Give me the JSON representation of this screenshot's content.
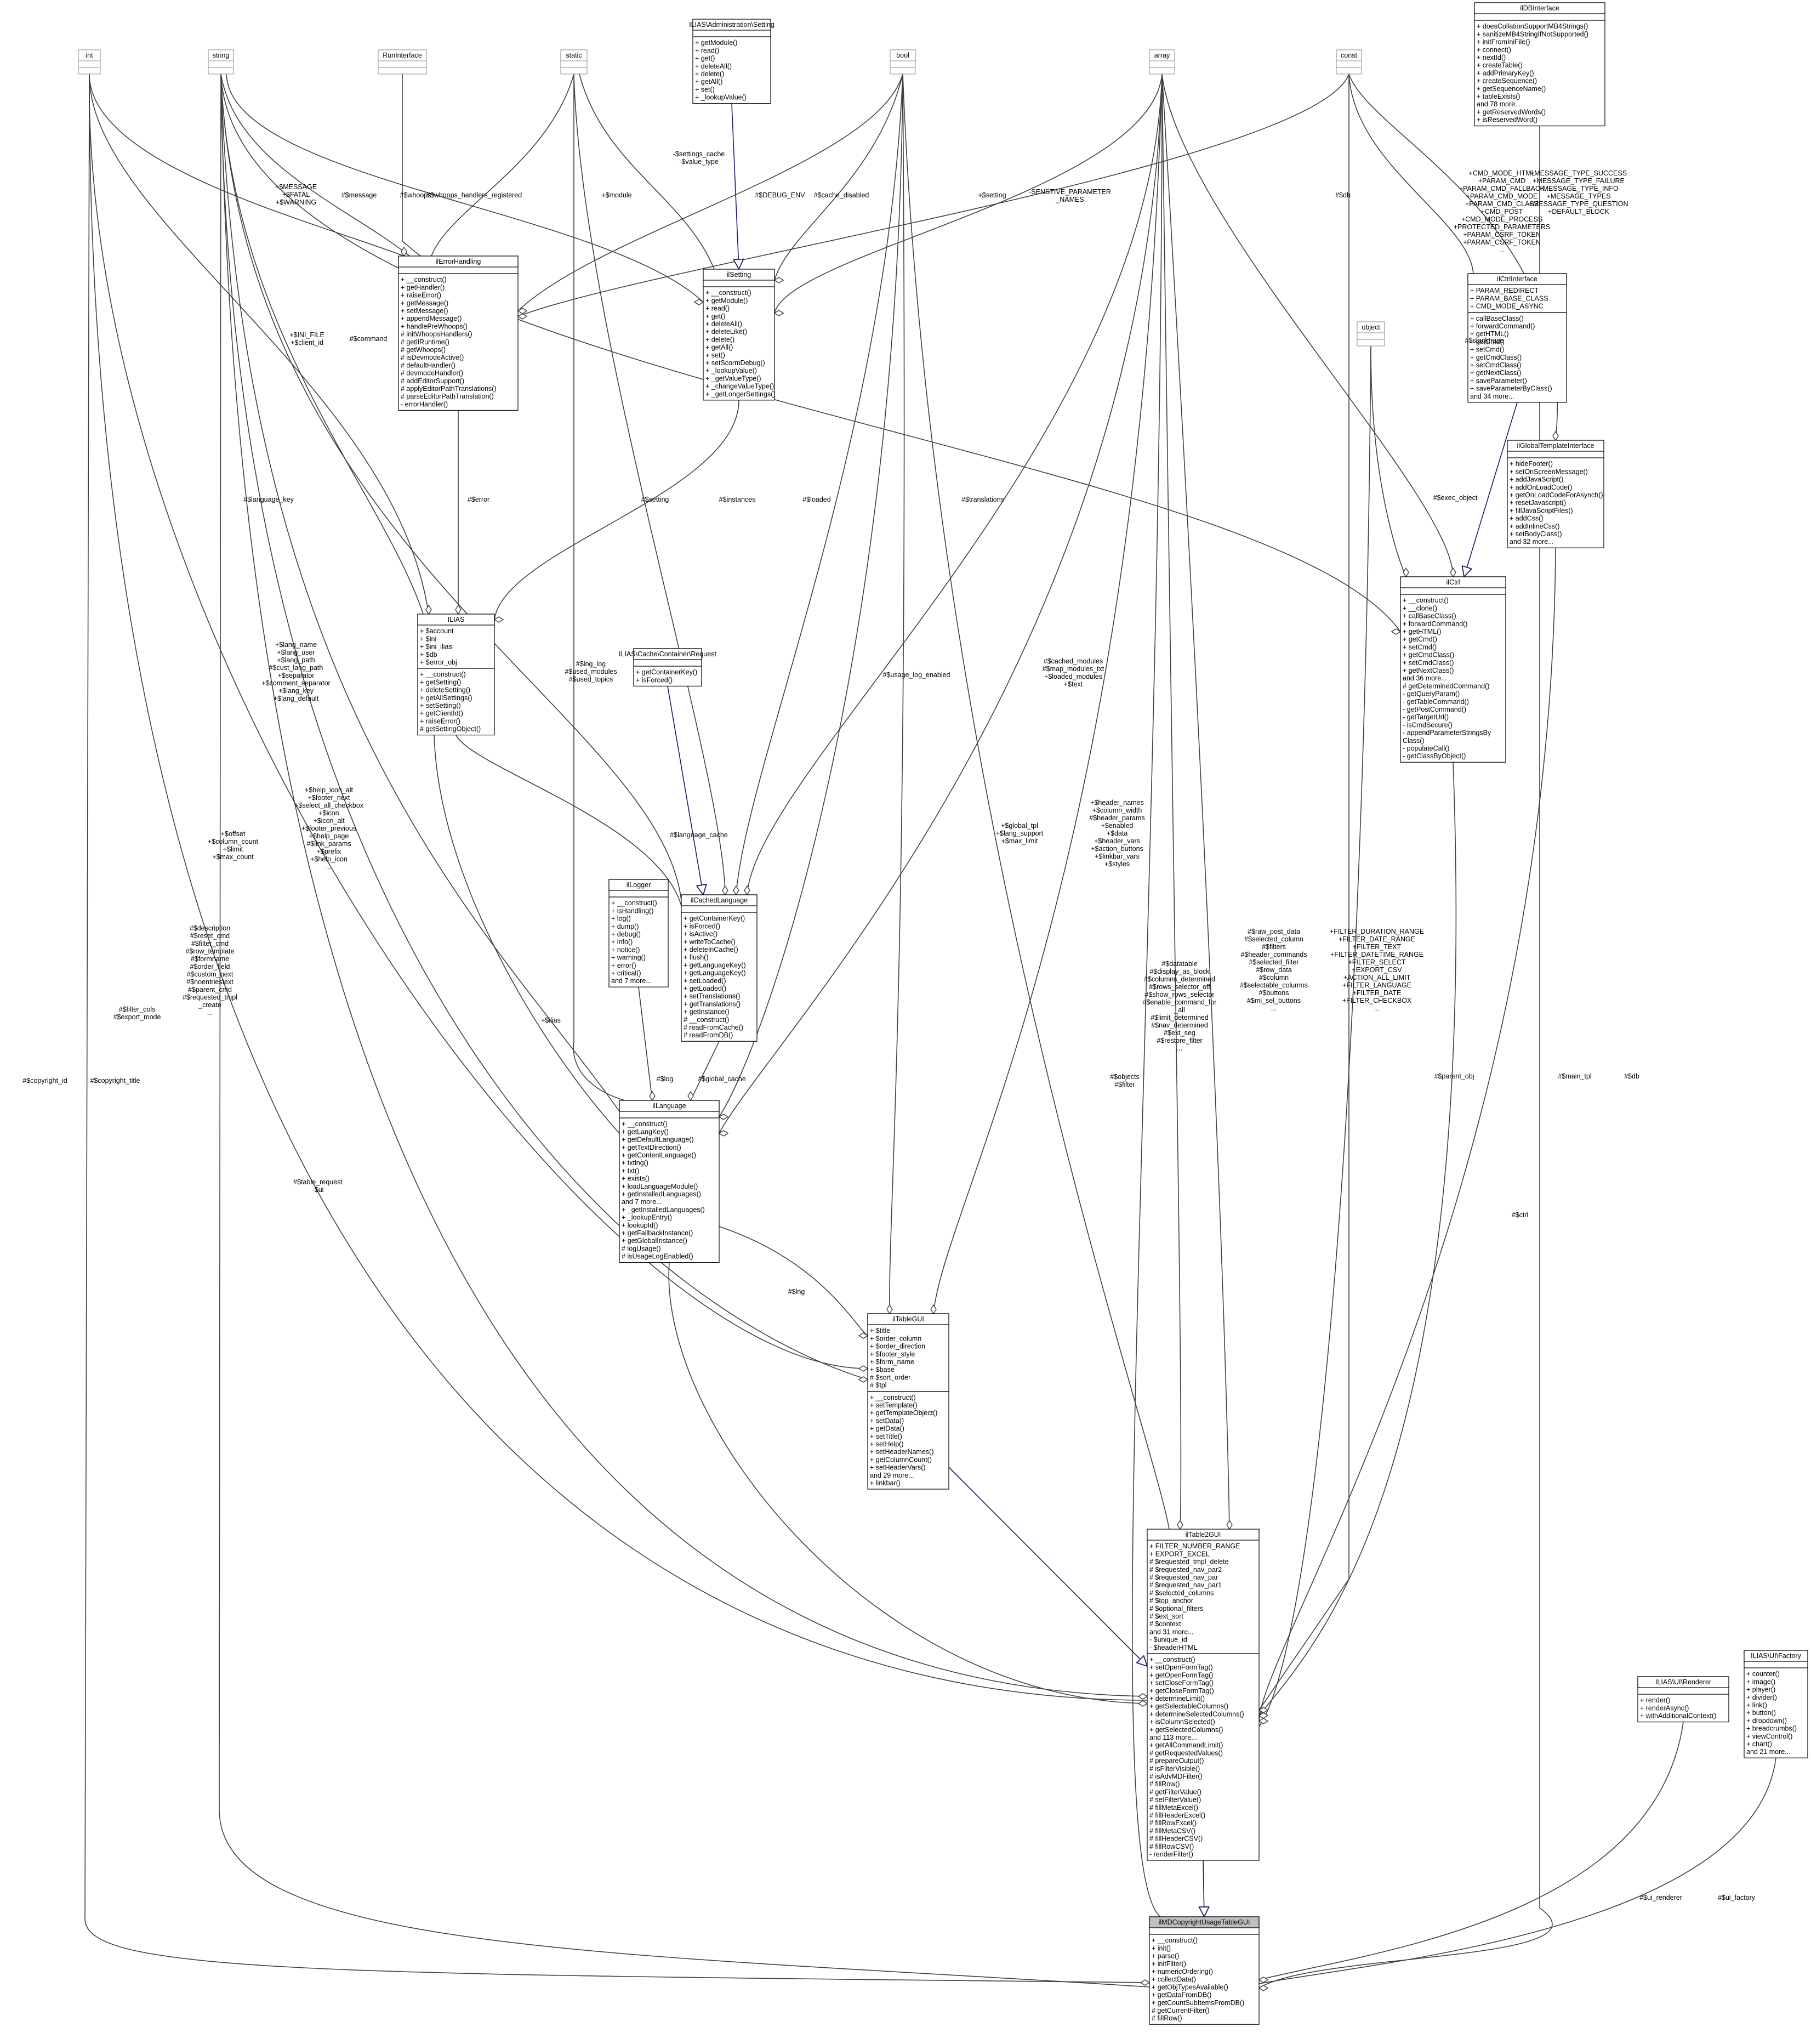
{
  "diagram": {
    "nodes": [
      {
        "id": "int",
        "title": "int",
        "sections": [],
        "style": "gray"
      },
      {
        "id": "string",
        "title": "string",
        "sections": [],
        "style": "gray"
      },
      {
        "id": "RunInterface",
        "title": "RunInterface",
        "sections": [],
        "style": "gray"
      },
      {
        "id": "static",
        "title": "static",
        "sections": [],
        "style": "gray"
      },
      {
        "id": "AdminSetting",
        "title": "ILIAS\\Administration\\Setting",
        "sections": [
          [],
          [
            "+ getModule()",
            "+ read()",
            "+ get()",
            "+ deleteAll()",
            "+ delete()",
            "+ getAll()",
            "+ set()",
            "+ _lookupValue()"
          ]
        ]
      },
      {
        "id": "bool",
        "title": "bool",
        "sections": [],
        "style": "gray"
      },
      {
        "id": "array",
        "title": "array",
        "sections": [],
        "style": "gray"
      },
      {
        "id": "const",
        "title": "const",
        "sections": [],
        "style": "gray"
      },
      {
        "id": "ilDBInterface",
        "title": "ilDBInterface",
        "sections": [
          [],
          [
            "+ doesCollationSupportMB4Strings()",
            "+ sanitizeMB4StringIfNotSupported()",
            "+ initFromIniFile()",
            "+ connect()",
            "+ nextId()",
            "+ createTable()",
            "+ addPrimaryKey()",
            "+ createSequence()",
            "+ getSequenceName()",
            "+ tableExists()",
            "and 78 more...",
            "+ getReservedWords()",
            "+ isReservedWord()"
          ]
        ]
      },
      {
        "id": "ilErrorHandling",
        "title": "ilErrorHandling",
        "sections": [
          [],
          [
            "+ __construct()",
            "+ getHandler()",
            "+ raiseError()",
            "+ getMessage()",
            "+ setMessage()",
            "+ appendMessage()",
            "+ handlePreWhoops()",
            "# initWhoopsHandlers()",
            "# getIlRuntime()",
            "# getWhoops()",
            "# isDevmodeActive()",
            "# defaultHandler()",
            "# devmodeHandler()",
            "# addEditorSupport()",
            "# applyEditorPathTranslations()",
            "# parseEditorPathTranslation()",
            "- errorHandler()"
          ]
        ]
      },
      {
        "id": "ilSetting",
        "title": "ilSetting",
        "sections": [
          [],
          [
            "+ __construct()",
            "+ getModule()",
            "+ read()",
            "+ get()",
            "+ deleteAll()",
            "+ deleteLike()",
            "+ delete()",
            "+ getAll()",
            "+ set()",
            "+ setScormDebug()",
            "+ _lookupValue()",
            "+ _getValueType()",
            "+ _changeValueType()",
            "+ _getLongerSettings()"
          ]
        ]
      },
      {
        "id": "object",
        "title": "object",
        "sections": [],
        "style": "gray"
      },
      {
        "id": "ilCtrlInterface",
        "title": "ilCtrlInterface",
        "sections": [
          [
            "+ PARAM_REDIRECT",
            "+ PARAM_BASE_CLASS",
            "+ CMD_MODE_ASYNC"
          ],
          [
            "+ callBaseClass()",
            "+ forwardCommand()",
            "+ getHTML()",
            "+ getCmd()",
            "+ setCmd()",
            "+ getCmdClass()",
            "+ setCmdClass()",
            "+ getNextClass()",
            "+ saveParameter()",
            "+ saveParameterByClass()",
            "and 34 more..."
          ]
        ]
      },
      {
        "id": "ilGlobalTemplateInterface",
        "title": "ilGlobalTemplateInterface",
        "sections": [
          [],
          [
            "+ hideFooter()",
            "+ setOnScreenMessage()",
            "+ addJavaScript()",
            "+ addOnLoadCode()",
            "+ getOnLoadCodeForAsynch()",
            "+ resetJavascript()",
            "+ fillJavaScriptFiles()",
            "+ addCss()",
            "+ addInlineCss()",
            "+ setBodyClass()",
            "and 32 more..."
          ]
        ]
      },
      {
        "id": "ILIAS",
        "title": "ILIAS",
        "sections": [
          [
            "+ $account",
            "+ $ini",
            "+ $ini_ilias",
            "+ $db",
            "+ $error_obj"
          ],
          [
            "+ __construct()",
            "+ getSetting()",
            "+ deleteSetting()",
            "+ getAllSettings()",
            "+ setSetting()",
            "+ getClientId()",
            "+ raiseError()",
            "# getSettingObject()"
          ]
        ]
      },
      {
        "id": "CacheRequest",
        "title": "ILIAS\\Cache\\Container\\Request",
        "sections": [
          [],
          [
            "+ getContainerKey()",
            "+ isForced()"
          ]
        ]
      },
      {
        "id": "ilCtrl",
        "title": "ilCtrl",
        "sections": [
          [],
          [
            "+ __construct()",
            "+ __clone()",
            "+ callBaseClass()",
            "+ forwardCommand()",
            "+ getHTML()",
            "+ getCmd()",
            "+ setCmd()",
            "+ getCmdClass()",
            "+ setCmdClass()",
            "+ getNextClass()",
            "and 36 more...",
            "# getDeterminedCommand()",
            "- getQueryParam()",
            "- getTableCommand()",
            "- getPostCommand()",
            "- getTargetUrl()",
            "- isCmdSecure()",
            "- appendParameterStringsBy",
            "Class()",
            "- populateCall()",
            "- getClassByObject()"
          ]
        ]
      },
      {
        "id": "ilLogger",
        "title": "ilLogger",
        "sections": [
          [],
          [
            "+ __construct()",
            "+ isHandling()",
            "+ log()",
            "+ dump()",
            "+ debug()",
            "+ info()",
            "+ notice()",
            "+ warning()",
            "+ error()",
            "+ critical()",
            "and 7 more..."
          ]
        ]
      },
      {
        "id": "ilCachedLanguage",
        "title": "ilCachedLanguage",
        "sections": [
          [],
          [
            "+ getContainerKey()",
            "+ isForced()",
            "+ isActive()",
            "+ writeToCache()",
            "+ deleteInCache()",
            "+ flush()",
            "+ getLanguageKey()",
            "+ getLanguageKey()",
            "+ setLoaded()",
            "+ getLoaded()",
            "+ setTranslations()",
            "+ getTranslations()",
            "+ getInstance()",
            "# __construct()",
            "# readFromCache()",
            "# readFromDB()"
          ]
        ]
      },
      {
        "id": "ilLanguage",
        "title": "ilLanguage",
        "sections": [
          [],
          [
            "+ __construct()",
            "+ getLangKey()",
            "+ getDefaultLanguage()",
            "+ getTextDirection()",
            "+ getContentLanguage()",
            "+ txtlng()",
            "+ txt()",
            "+ exists()",
            "+ loadLanguageModule()",
            "+ getInstalledLanguages()",
            "and 7 more...",
            "+ _getInstalledLanguages()",
            "+ _lookupEntry()",
            "+ lookupId()",
            "+ getFallbackInstance()",
            "+ getGlobalInstance()",
            "# logUsage()",
            "# isUsageLogEnabled()"
          ]
        ]
      },
      {
        "id": "ilTableGUI",
        "title": "ilTableGUI",
        "sections": [
          [
            "+ $title",
            "+ $order_column",
            "+ $order_direction",
            "+ $footer_style",
            "+ $form_name",
            "+ $base",
            "# $sort_order",
            "# $tpl"
          ],
          [
            "+ __construct()",
            "+ setTemplate()",
            "+ getTemplateObject()",
            "+ setData()",
            "+ getData()",
            "+ setTitle()",
            "+ setHelp()",
            "+ setHeaderNames()",
            "+ getColumnCount()",
            "+ setHeaderVars()",
            "and 29 more...",
            "+ linkbar()"
          ]
        ]
      },
      {
        "id": "ilTable2GUI",
        "title": "ilTable2GUI",
        "sections": [
          [
            "+ FILTER_NUMBER_RANGE",
            "+ EXPORT_EXCEL",
            "# $requested_tmpl_delete",
            "# $requested_nav_par2",
            "# $requested_nav_par",
            "# $requested_nav_par1",
            "# $selected_columns",
            "# $top_anchor",
            "# $optional_filters",
            "# $ext_sort",
            "# $context",
            "and 31 more...",
            "- $unique_id",
            "- $headerHTML"
          ],
          [
            "+ __construct()",
            "+ setOpenFormTag()",
            "+ getOpenFormTag()",
            "+ setCloseFormTag()",
            "+ getCloseFormTag()",
            "+ determineLimit()",
            "+ getSelectableColumns()",
            "+ determineSelectedColumns()",
            "+ isColumnSelected()",
            "+ getSelectedColumns()",
            "and 113 more...",
            "+ getAllCommandLimit()",
            "# getRequestedValues()",
            "# prepareOutput()",
            "# isFilterVisible()",
            "# isAdvMDFilter()",
            "# fillRow()",
            "# getFilterValue()",
            "# setFilterValue()",
            "# fillMetaExcel()",
            "# fillHeaderExcel()",
            "# fillRowExcel()",
            "# fillMetaCSV()",
            "# fillHeaderCSV()",
            "# fillRowCSV()",
            "- renderFilter()"
          ]
        ]
      },
      {
        "id": "UIRenderer",
        "title": "ILIAS\\UI\\Renderer",
        "sections": [
          [],
          [
            "+ render()",
            "+ renderAsync()",
            "+ withAdditionalContext()"
          ]
        ]
      },
      {
        "id": "UIFactory",
        "title": "ILIAS\\UI\\Factory",
        "sections": [
          [],
          [
            "+ counter()",
            "+ image()",
            "+ player()",
            "+ divider()",
            "+ link()",
            "+ button()",
            "+ dropdown()",
            "+ breadcrumbs()",
            "+ viewControl()",
            "+ chart()",
            "and 21 more..."
          ]
        ]
      },
      {
        "id": "ilMDCopyrightUsageTableGUI",
        "title": "ilMDCopyrightUsageTableGUI",
        "style": "focus",
        "sections": [
          [],
          [
            "+ __construct()",
            "+ init()",
            "+ parse()",
            "+ initFilter()",
            "+ numericOrdering()",
            "+ collectData()",
            "+ getObjTypesAvailable()",
            "+ getDataFromDB()",
            "+ getCountSubItemsFromDB()",
            "# getCurrentFilter()",
            "# fillRow()"
          ]
        ]
      }
    ],
    "edge_labels": [
      {
        "id": "l1",
        "lines": [
          "+$MESSAGE",
          "+$FATAL",
          "+$WARNING"
        ]
      },
      {
        "id": "l2",
        "lines": [
          "#$message"
        ]
      },
      {
        "id": "l3",
        "lines": [
          "#$whoops"
        ]
      },
      {
        "id": "l4",
        "lines": [
          "#$whoops_handlers_registered"
        ]
      },
      {
        "id": "l5",
        "lines": [
          "+$module"
        ]
      },
      {
        "id": "l6",
        "lines": [
          "-$settings_cache",
          "-$value_type"
        ]
      },
      {
        "id": "l7",
        "lines": [
          "#$DEBUG_ENV"
        ]
      },
      {
        "id": "l8",
        "lines": [
          "#$cache_disabled"
        ]
      },
      {
        "id": "l9",
        "lines": [
          "+$setting"
        ]
      },
      {
        "id": "l10",
        "lines": [
          "-SENSTIVE_PARAMETER",
          "_NAMES"
        ]
      },
      {
        "id": "l11",
        "lines": [
          "+$INI_FILE",
          "+$client_id"
        ]
      },
      {
        "id": "l12",
        "lines": [
          "#$command"
        ]
      },
      {
        "id": "l13",
        "lines": [
          "#$language_key"
        ]
      },
      {
        "id": "l14",
        "lines": [
          "#$error"
        ]
      },
      {
        "id": "l15",
        "lines": [
          "#$setting"
        ]
      },
      {
        "id": "l16",
        "lines": [
          "#$instances"
        ]
      },
      {
        "id": "l17",
        "lines": [
          "#$loaded"
        ]
      },
      {
        "id": "l18",
        "lines": [
          "#$translations"
        ]
      },
      {
        "id": "l19",
        "lines": [
          "#$db"
        ]
      },
      {
        "id": "l20",
        "lines": [
          "+CMD_MODE_HTML",
          "+PARAM_CMD",
          "+PARAM_CMD_FALLBACK",
          "+PARAM_CMD_MODE",
          "+PARAM_CMD_CLASS",
          "+CMD_POST",
          "+CMD_MODE_PROCESS",
          "+PROTECTED_PARAMETERS",
          "+PARAM_CSRF_TOKEN",
          "+PARAM_CSRF_TOKEN",
          "..."
        ]
      },
      {
        "id": "l21",
        "lines": [
          "+MESSAGE_TYPE_SUCCESS",
          "+MESSAGE_TYPE_FAILURE",
          "+MESSAGE_TYPE_INFO",
          "+MESSAGE_TYPES",
          "+MESSAGE_TYPE_QUESTION",
          "+DEFAULT_BLOCK"
        ]
      },
      {
        "id": "l22",
        "lines": [
          "#$stacktrace"
        ]
      },
      {
        "id": "l23",
        "lines": [
          "#$exec_object"
        ]
      },
      {
        "id": "l24",
        "lines": [
          "+$lang_name",
          "+$lang_user",
          "+$lang_path",
          "#$cust_lang_path",
          "+$separator",
          "+$comment_separator",
          "+$lang_key",
          "+$lang_default"
        ]
      },
      {
        "id": "l25",
        "lines": [
          "#$lng_log",
          "#$used_modules",
          "#$used_topics"
        ]
      },
      {
        "id": "l26",
        "lines": [
          "#$usage_log_enabled"
        ]
      },
      {
        "id": "l27",
        "lines": [
          "#$cached_modules",
          "#$map_modules_txt",
          "+$loaded_modules",
          "+$text"
        ]
      },
      {
        "id": "l28",
        "lines": [
          "#$language_cache"
        ]
      },
      {
        "id": "l29",
        "lines": [
          "+$offset",
          "+$column_count",
          "+$limit",
          "+$max_count"
        ]
      },
      {
        "id": "l30",
        "lines": [
          "+$help_icon_alt",
          "+$footer_next",
          "+$select_all_checkbox",
          "+$icon",
          "+$icon_alt",
          "+$footer_previous",
          "+$help_page",
          "#$link_params",
          "+$prefix",
          "+$help_icon",
          "..."
        ]
      },
      {
        "id": "l31",
        "lines": [
          "+$global_tpl",
          "+$lang_support",
          "+$max_limit"
        ]
      },
      {
        "id": "l32",
        "lines": [
          "+$header_names",
          "+$column_width",
          "#$header_params",
          "+$enabled",
          "+$data",
          "+$header_vars",
          "+$action_buttons",
          "+$linkbar_vars",
          "+$styles"
        ]
      },
      {
        "id": "l33",
        "lines": [
          "#$description",
          "#$reset_cmd",
          "#$filter_cmd",
          "#$row_template",
          "#$formname",
          "#$order_field",
          "#$custom_next",
          "#$noentriestext",
          "#$parent_cmd",
          "#$requested_tmpl",
          "_create",
          "..."
        ]
      },
      {
        "id": "l34",
        "lines": [
          "#$filter_cols",
          "#$export_mode"
        ]
      },
      {
        "id": "l35",
        "lines": [
          "#$log"
        ]
      },
      {
        "id": "l36",
        "lines": [
          "#$global_cache"
        ]
      },
      {
        "id": "l37",
        "lines": [
          "+$ilias"
        ]
      },
      {
        "id": "l38",
        "lines": [
          "#$datatable",
          "#$display_as_block",
          "#$columns_determined",
          "#$rows_selector_off",
          "#$show_rows_selector",
          "#$enable_command_for",
          "_all",
          "#$limit_determined",
          "#$nav_determined",
          "#$ext_seg",
          "#$restore_filter",
          "..."
        ]
      },
      {
        "id": "l39",
        "lines": [
          "#$raw_post_data",
          "#$selected_column",
          "#$filters",
          "#$header_commands",
          "#$selected_filter",
          "#$row_data",
          "#$column",
          "#$selectable_columns",
          "#$buttons",
          "#$mi_sel_buttons",
          "..."
        ]
      },
      {
        "id": "l40",
        "lines": [
          "+FILTER_DURATION_RANGE",
          "+FILTER_DATE_RANGE",
          "+FILTER_TEXT",
          "+FILTER_DATETIME_RANGE",
          "+FILTER_SELECT",
          "+EXPORT_CSV",
          "+ACTION_ALL_LIMIT",
          "+FILTER_LANGUAGE",
          "+FILTER_DATE",
          "+FILTER_CHECKBOX",
          "..."
        ]
      },
      {
        "id": "l41",
        "lines": [
          "#$copyright_id"
        ]
      },
      {
        "id": "l42",
        "lines": [
          "#$copyright_title"
        ]
      },
      {
        "id": "l43",
        "lines": [
          "#$table_request",
          "-$ui"
        ]
      },
      {
        "id": "l44",
        "lines": [
          "#$lng"
        ]
      },
      {
        "id": "l45",
        "lines": [
          "#$objects",
          "#$filter"
        ]
      },
      {
        "id": "l46",
        "lines": [
          "#$parent_obj"
        ]
      },
      {
        "id": "l47",
        "lines": [
          "#$ctrl"
        ]
      },
      {
        "id": "l48",
        "lines": [
          "#$main_tpl"
        ]
      },
      {
        "id": "l49",
        "lines": [
          "#$db"
        ]
      },
      {
        "id": "l50",
        "lines": [
          "#$ui_renderer"
        ]
      },
      {
        "id": "l51",
        "lines": [
          "#$ui_factory"
        ]
      }
    ]
  },
  "colors": {
    "background": "#ffffff",
    "box_border": "#000000",
    "gray_border": "#a0a0a0",
    "focus_fill": "#bfbfbf",
    "edge": "#404040",
    "inherit_edge": "#191970"
  }
}
